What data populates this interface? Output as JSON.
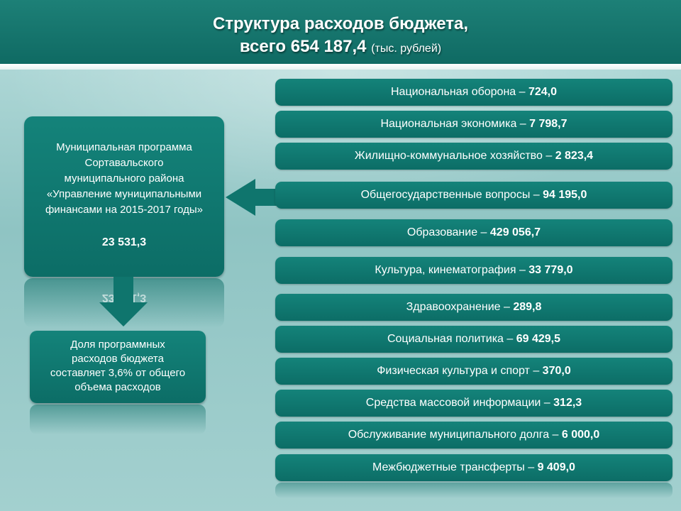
{
  "header": {
    "title_line1": "Структура расходов бюджета,",
    "title_line2": "всего 654 187,4",
    "unit": "(тыс. рублей)"
  },
  "program": {
    "lines": [
      "Муниципальная программа",
      "Сортавальского",
      "муниципального района",
      "«Управление муниципальными",
      "финансами на 2015-2017 годы»"
    ],
    "amount": "23 531,3"
  },
  "share": {
    "lines": [
      "Доля программных",
      "расходов бюджета",
      "составляет  3,6% от общего",
      "объема расходов"
    ]
  },
  "expenses": [
    {
      "label": "Национальная оборона – ",
      "value": "724,0"
    },
    {
      "label": "Национальная экономика – ",
      "value": "7 798,7"
    },
    {
      "label": "Жилищно-коммунальное хозяйство – ",
      "value": "2 823,4"
    },
    {
      "label": "Общегосударственные вопросы – ",
      "value": "94 195,0"
    },
    {
      "label": "Образование – ",
      "value": "429 056,7"
    },
    {
      "label": "Культура, кинематография – ",
      "value": "33 779,0"
    },
    {
      "label": "Здравоохранение – ",
      "value": "289,8"
    },
    {
      "label": "Социальная политика – ",
      "value": "69 429,5"
    },
    {
      "label": "Физическая культура и спорт – ",
      "value": "370,0"
    },
    {
      "label": "Средства массовой информации – ",
      "value": "312,3"
    },
    {
      "label": "Обслуживание муниципального долга – ",
      "value": "6 000,0"
    },
    {
      "label": "Межбюджетные трансферты – ",
      "value": "9 409,0"
    }
  ],
  "colors": {
    "box": "#0f756d",
    "arrow": "#0f756d",
    "header": "#137a71"
  }
}
